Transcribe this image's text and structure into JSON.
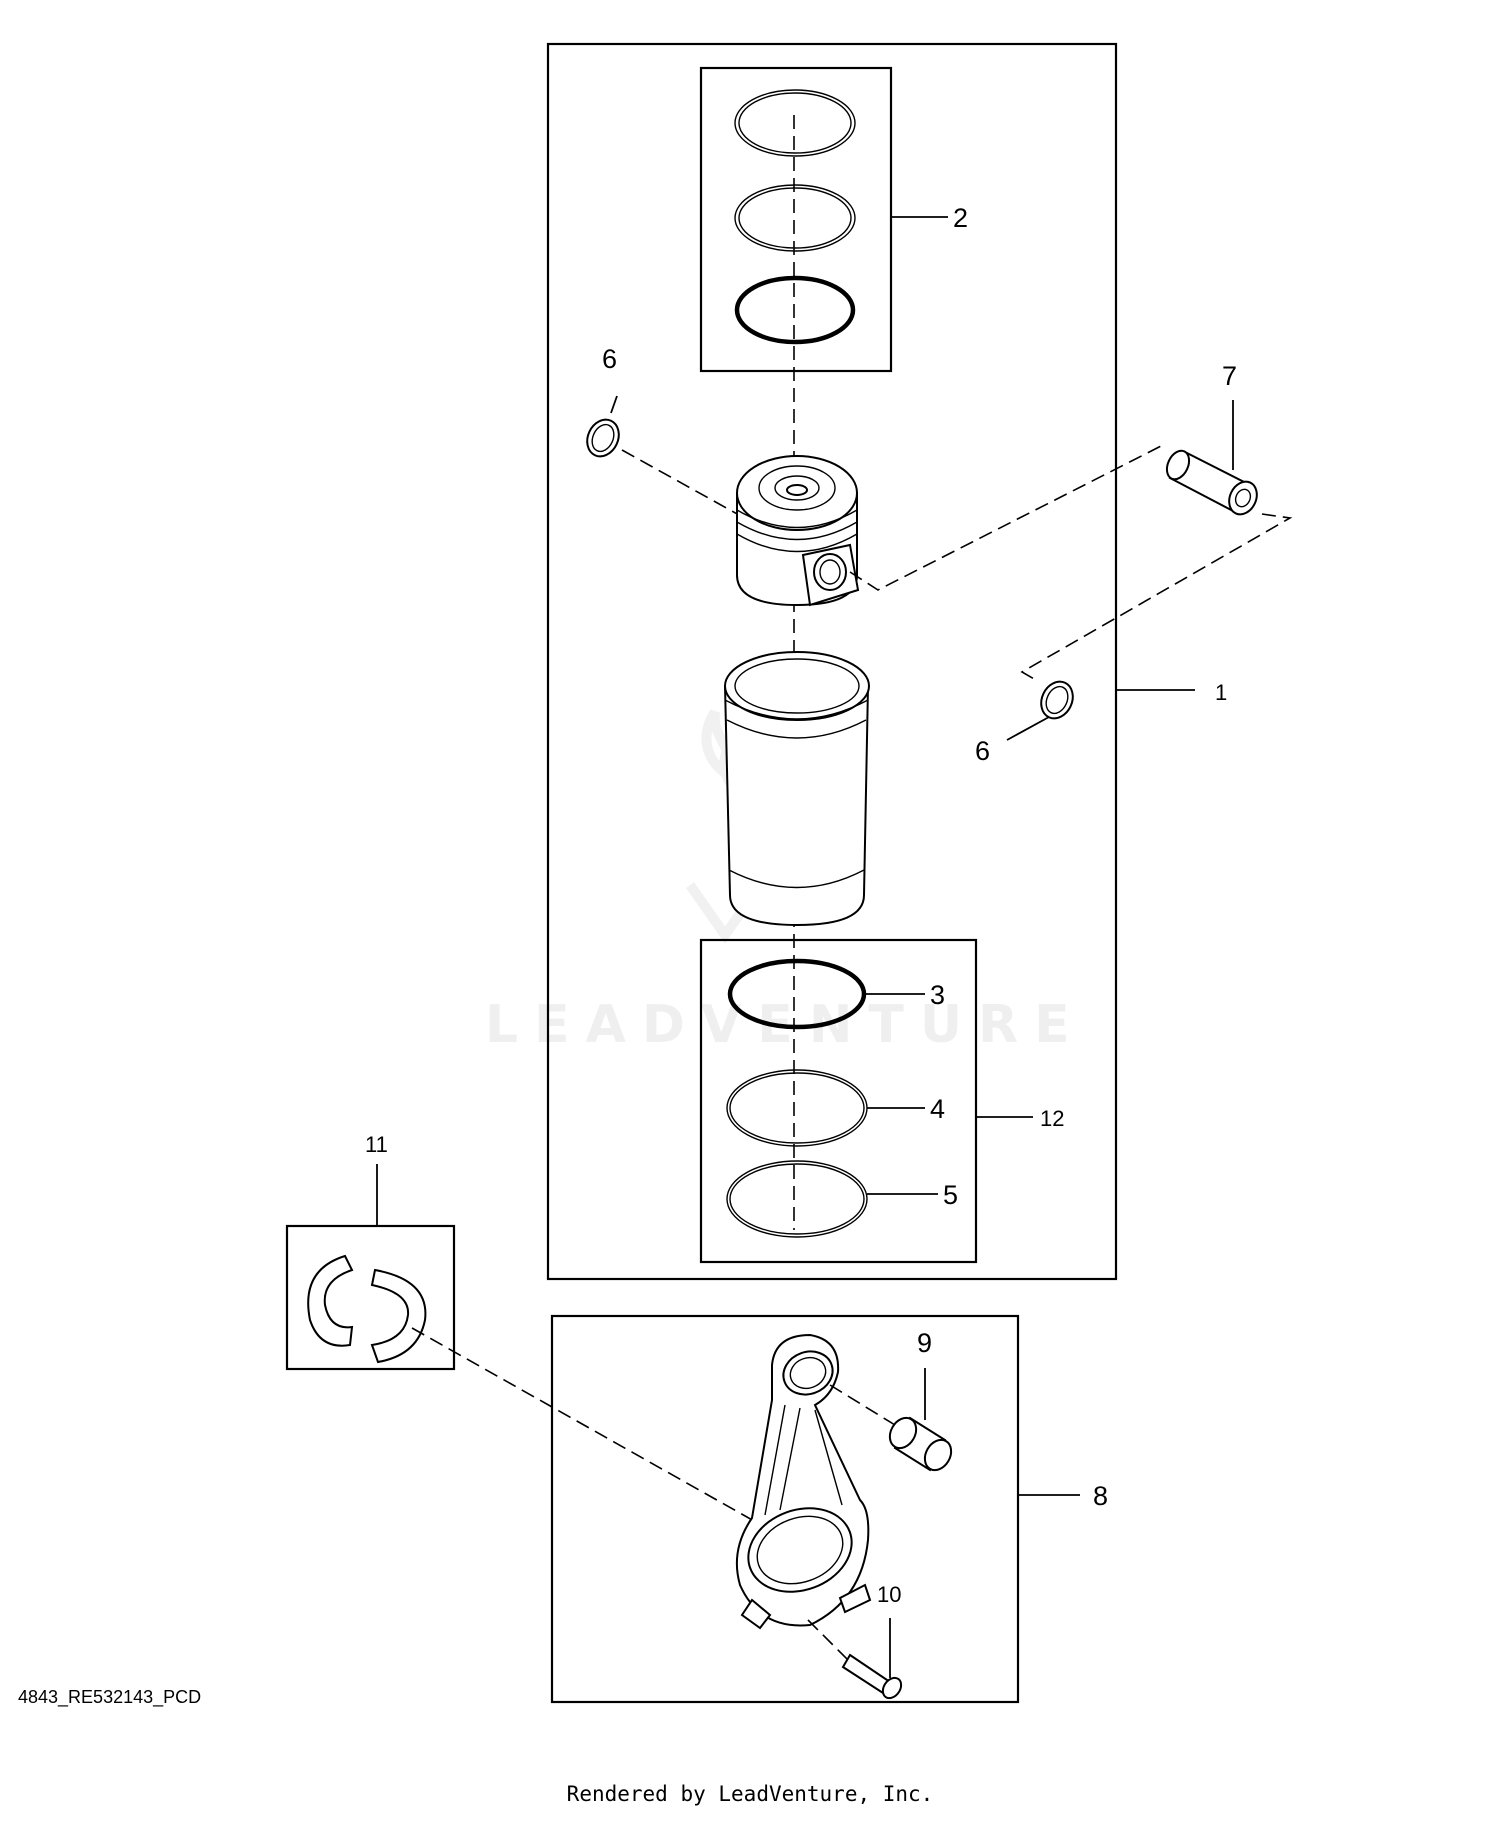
{
  "watermark": {
    "text": "LEADVENTURE"
  },
  "callouts": {
    "c1": "1",
    "c2": "2",
    "c3": "3",
    "c4": "4",
    "c5": "5",
    "c6a": "6",
    "c6b": "6",
    "c7": "7",
    "c8": "8",
    "c9": "9",
    "c10": "10",
    "c11": "11",
    "c12": "12"
  },
  "footer": {
    "drawing_code": "4843_RE532143_PCD",
    "render_credit": "Rendered by LeadVenture, Inc."
  }
}
